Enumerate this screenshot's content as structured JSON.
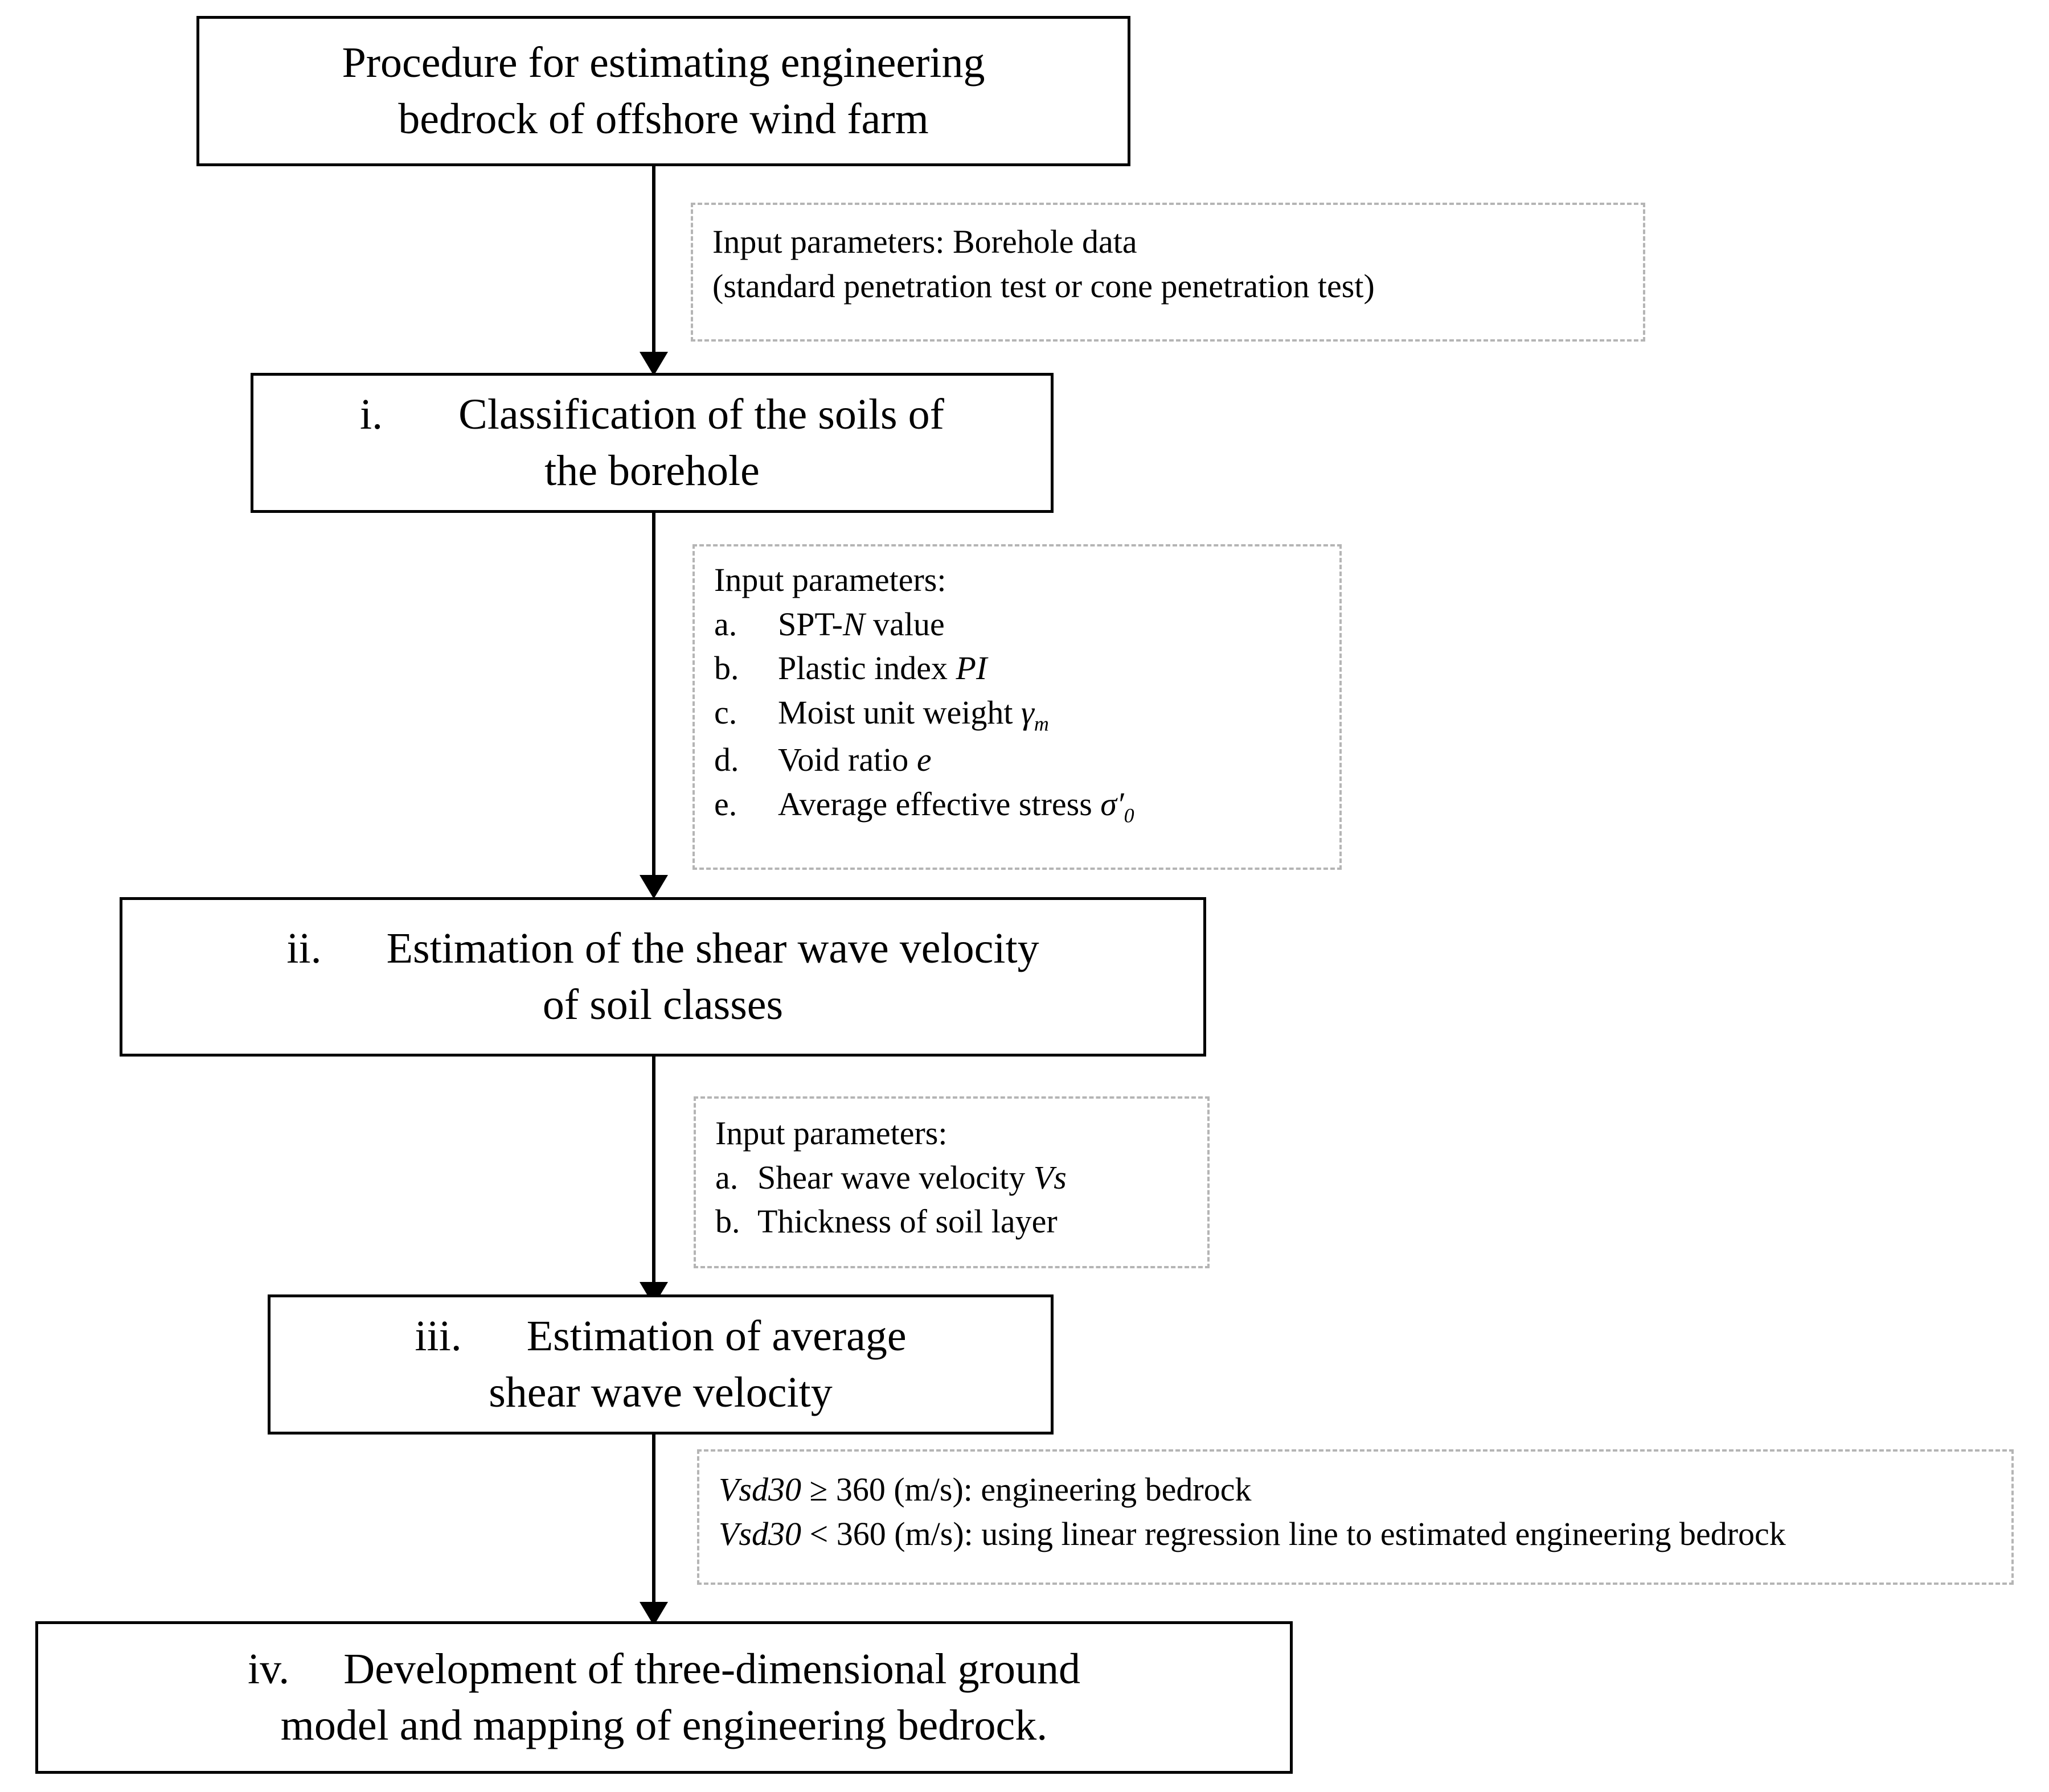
{
  "diagram": {
    "title_box": {
      "line1": "Procedure for estimating engineering",
      "line2": "bedrock of offshore wind farm"
    },
    "steps": [
      {
        "numeral": "i.",
        "line1": "Classification of the soils of",
        "line2": "the borehole"
      },
      {
        "numeral": "ii.",
        "line1": "Estimation of the shear wave velocity",
        "line2": "of soil classes"
      },
      {
        "numeral": "iii.",
        "line1": "Estimation of average",
        "line2": "shear wave velocity"
      },
      {
        "numeral": "iv.",
        "line1": "Development of three-dimensional ground",
        "line2": "model and mapping of engineering bedrock."
      }
    ],
    "annotations": {
      "borehole": {
        "line1": "Input parameters: Borehole data",
        "line2": "(standard penetration test or cone penetration test)"
      },
      "soil_params": {
        "heading": "Input parameters:",
        "items": [
          {
            "key": "a.",
            "text_pre": "SPT-",
            "sym": "N",
            "text_post": " value"
          },
          {
            "key": "b.",
            "text_pre": "Plastic index ",
            "sym": "PI",
            "text_post": ""
          },
          {
            "key": "c.",
            "text_pre": "Moist unit weight ",
            "sym": "γ",
            "subscript": "m",
            "text_post": ""
          },
          {
            "key": "d.",
            "text_pre": "Void ratio ",
            "sym": "e",
            "text_post": ""
          },
          {
            "key": "e.",
            "text_pre": "Average effective stress ",
            "sym": "σ′",
            "subscript": "0",
            "text_post": ""
          }
        ]
      },
      "vs_params": {
        "heading": "Input parameters:",
        "items": [
          {
            "key": "a.",
            "text_pre": "Shear wave velocity ",
            "sym": "Vs",
            "text_post": ""
          },
          {
            "key": "b.",
            "text_pre": "Thickness of soil layer",
            "sym": "",
            "text_post": ""
          }
        ]
      },
      "bedrock_rule": {
        "line1_sym": "Vsd30",
        "line1_text": " ≥ 360 (m/s): engineering bedrock",
        "line2_sym": "Vsd30",
        "line2_text": " < 360 (m/s): using linear regression line to estimated engineering bedrock"
      }
    },
    "colors": {
      "box_border": "#000000",
      "dashed_border": "#b5b5b5",
      "background": "#ffffff",
      "text": "#000000"
    }
  }
}
